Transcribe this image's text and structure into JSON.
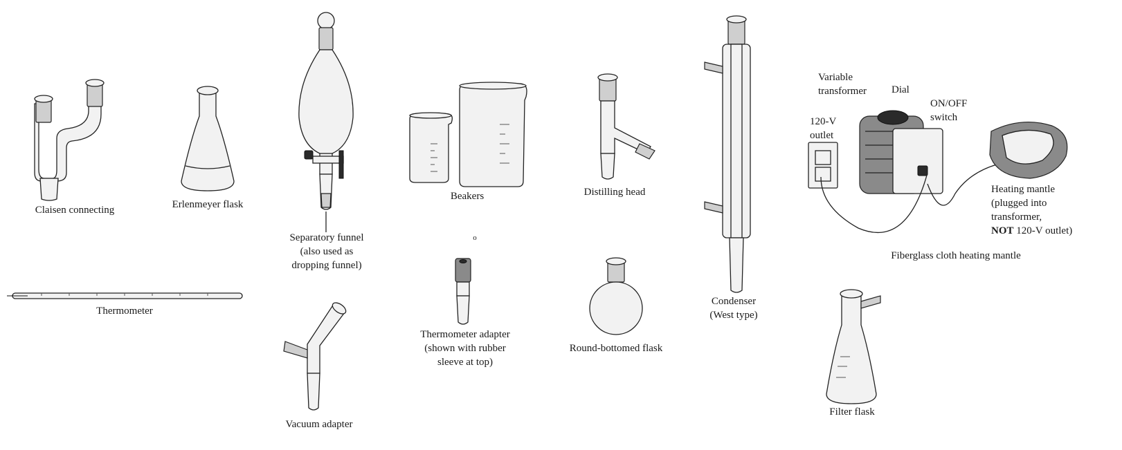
{
  "labels": {
    "claisen": "Claisen connecting",
    "erlenmeyer": "Erlenmeyer flask",
    "separatory": [
      "Separatory funnel",
      "(also used as",
      "dropping funnel)"
    ],
    "beakers": "Beakers",
    "distilling_head": "Distilling head",
    "thermometer": "Thermometer",
    "thermometer_adapter": [
      "Thermometer adapter",
      "(shown with rubber",
      "sleeve at top)"
    ],
    "round_bottomed": "Round-bottomed flask",
    "vacuum_adapter": "Vacuum adapter",
    "condenser": [
      "Condenser",
      "(West type)"
    ],
    "filter_flask": "Filter flask",
    "stray_mark": "o"
  },
  "heating_setup": {
    "caption": "Fiberglass cloth heating mantle",
    "variable_transformer": [
      "Variable",
      "transformer"
    ],
    "dial": "Dial",
    "on_off_switch": [
      "ON/OFF",
      "switch"
    ],
    "outlet": [
      "120-V",
      "outlet"
    ],
    "heating_mantle": {
      "line1": "Heating mantle",
      "line2": "(plugged into",
      "line3": "transformer,",
      "line4_bold": "NOT",
      "line4_rest": " 120-V outlet)"
    }
  },
  "colors": {
    "glass_fill": "#f2f2f2",
    "outline": "#222222",
    "mantle": "#8a8a8a",
    "cord": "#2a2a2a"
  }
}
